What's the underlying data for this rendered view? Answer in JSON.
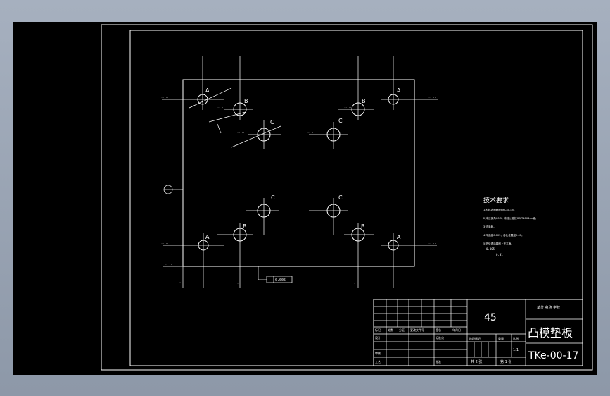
{
  "drawing": {
    "letters": {
      "a": "A",
      "b": "B",
      "c": "C"
    },
    "datum_box": "0.005",
    "tech": {
      "title": "技术要求",
      "lines": [
        "1.材料表面硬度HRC40-45。",
        "2.未注倒角C0.5，未注公差按GB/T1804-m级。",
        "3.去毛刺。",
        "4.平面度0.005，各孔位置度0.01。",
        "5.热处理后磨削上下平面。"
      ],
      "tol1": "0.005",
      "tol2": "0.01"
    },
    "titleblock": {
      "material": "45",
      "company": "单位 名称 学校",
      "part_name": "凸模垫板",
      "drawing_no": "TKe-00-17",
      "scale": "1:1",
      "sheets_total": "共 2 张",
      "sheet_no": "第 1 张",
      "hdr_mark": "标记",
      "hdr_count": "处数",
      "hdr_zone": "分区",
      "hdr_change": "更改文件号",
      "hdr_sign": "签名",
      "hdr_date": "年月日",
      "designer": "设计",
      "standardize": "标准化",
      "checker": "审核",
      "process": "工艺",
      "approve": "批准",
      "stage": "阶段标记",
      "weight": "重量",
      "ratio": "比例"
    }
  }
}
